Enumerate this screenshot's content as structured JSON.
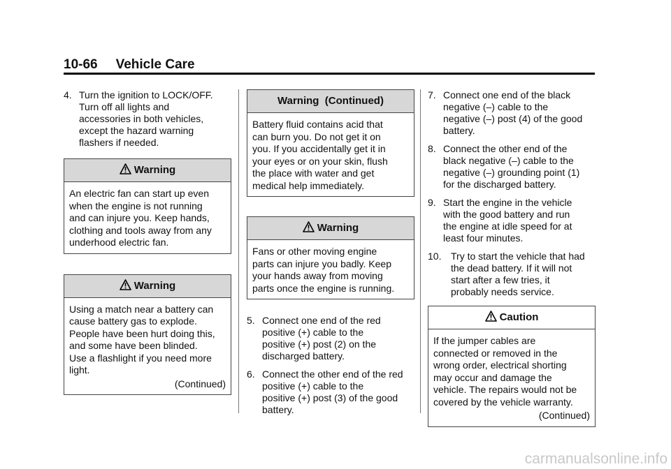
{
  "header": {
    "page_number": "10-66",
    "section_title": "Vehicle Care"
  },
  "column1": {
    "step4": {
      "number": "4.",
      "lines": [
        "Turn the ignition to LOCK/OFF.",
        "Turn off all lights and",
        "accessories in both vehicles,",
        "except the hazard warning",
        "flashers if needed."
      ]
    },
    "warning_fan": {
      "title": "Warning",
      "lines": [
        "An electric fan can start up even",
        "when the engine is not running",
        "and can injure you. Keep hands,",
        "clothing and tools away from any",
        "underhood electric fan."
      ]
    },
    "warning_match": {
      "title": "Warning",
      "lines": [
        "Using a match near a battery can",
        "cause battery gas to explode.",
        "People have been hurt doing this,",
        "and some have been blinded.",
        "Use a flashlight if you need more",
        "light."
      ],
      "continued": "(Continued)"
    }
  },
  "column2": {
    "warning_continued": {
      "title": "Warning  (Continued)",
      "lines": [
        "Battery fluid contains acid that",
        "can burn you. Do not get it on",
        "you. If you accidentally get it in",
        "your eyes or on your skin, flush",
        "the place with water and get",
        "medical help immediately."
      ]
    },
    "warning_moving": {
      "title": "Warning",
      "lines": [
        "Fans or other moving engine",
        "parts can injure you badly. Keep",
        "your hands away from moving",
        "parts once the engine is running."
      ]
    },
    "step5": {
      "number": "5.",
      "lines": [
        "Connect one end of the red",
        "positive (+) cable to the",
        "positive (+) post (2) on the",
        "discharged battery."
      ]
    },
    "step6": {
      "number": "6.",
      "lines": [
        "Connect the other end of the red",
        "positive (+) cable to the",
        "positive (+) post (3) of the good",
        "battery."
      ]
    }
  },
  "column3": {
    "step7": {
      "number": "7.",
      "lines": [
        "Connect one end of the black",
        "negative (–) cable to the",
        "negative (–) post (4) of the good",
        "battery."
      ]
    },
    "step8": {
      "number": "8.",
      "lines": [
        "Connect the other end of the",
        "black negative (–) cable to the",
        "negative (–) grounding point (1)",
        "for the discharged battery."
      ]
    },
    "step9": {
      "number": "9.",
      "lines": [
        "Start the engine in the vehicle",
        "with the good battery and run",
        "the engine at idle speed for at",
        "least four minutes."
      ]
    },
    "step10": {
      "number": "10.",
      "lines": [
        "Try to start the vehicle that had",
        "the dead battery. If it will not",
        "start after a few tries, it",
        "probably needs service."
      ]
    },
    "caution": {
      "title": "Caution",
      "lines": [
        "If the jumper cables are",
        "connected or removed in the",
        "wrong order, electrical shorting",
        "may occur and damage the",
        "vehicle. The repairs would not be",
        "covered by the vehicle warranty."
      ],
      "continued": "(Continued)"
    }
  },
  "footer": {
    "watermark": "carmanualsonline.info"
  }
}
